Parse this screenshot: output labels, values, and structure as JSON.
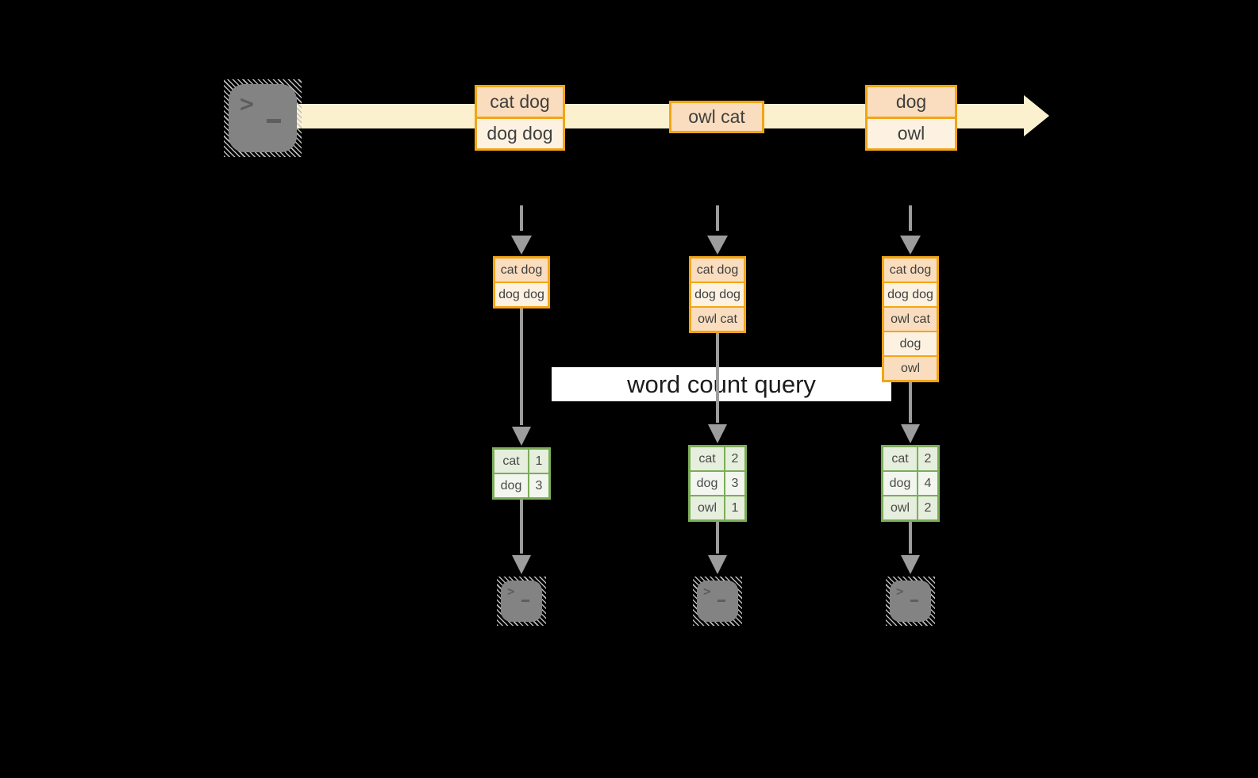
{
  "banner": {
    "label": "word count query"
  },
  "stream": {
    "source_icon": "terminal-icon",
    "flow_icon": "arrow-right-icon",
    "events": [
      {
        "cells": [
          "cat dog",
          "dog dog"
        ]
      },
      {
        "cells": [
          "owl cat"
        ]
      },
      {
        "cells": [
          "dog",
          "owl"
        ]
      }
    ]
  },
  "columns": [
    {
      "batch": {
        "cells": [
          "cat dog",
          "dog dog"
        ]
      },
      "counts": {
        "rows": [
          {
            "word": "cat",
            "count": "1"
          },
          {
            "word": "dog",
            "count": "3"
          }
        ]
      },
      "sink_icon": "terminal-icon"
    },
    {
      "batch": {
        "cells": [
          "cat dog",
          "dog dog",
          "owl cat"
        ]
      },
      "counts": {
        "rows": [
          {
            "word": "cat",
            "count": "2"
          },
          {
            "word": "dog",
            "count": "3"
          },
          {
            "word": "owl",
            "count": "1"
          }
        ]
      },
      "sink_icon": "terminal-icon"
    },
    {
      "batch": {
        "cells": [
          "cat dog",
          "dog dog",
          "owl cat",
          "dog",
          "owl"
        ]
      },
      "counts": {
        "rows": [
          {
            "word": "cat",
            "count": "2"
          },
          {
            "word": "dog",
            "count": "4"
          },
          {
            "word": "owl",
            "count": "2"
          }
        ]
      },
      "sink_icon": "terminal-icon"
    }
  ],
  "colors": {
    "background": "#000000",
    "stream_band": "#FBF1CF",
    "event_border": "#F2A516",
    "event_fill_dark": "#FADDBE",
    "event_fill_light": "#FDF2E2",
    "table_border": "#7BAD58",
    "table_fill_dark": "#E6EEDD",
    "table_fill_light": "#F2F6EE",
    "arrow_gray": "#9C9C9C",
    "terminal_gray": "#838383",
    "banner_background": "#FFFFFF",
    "text": "#3F3F3F"
  }
}
